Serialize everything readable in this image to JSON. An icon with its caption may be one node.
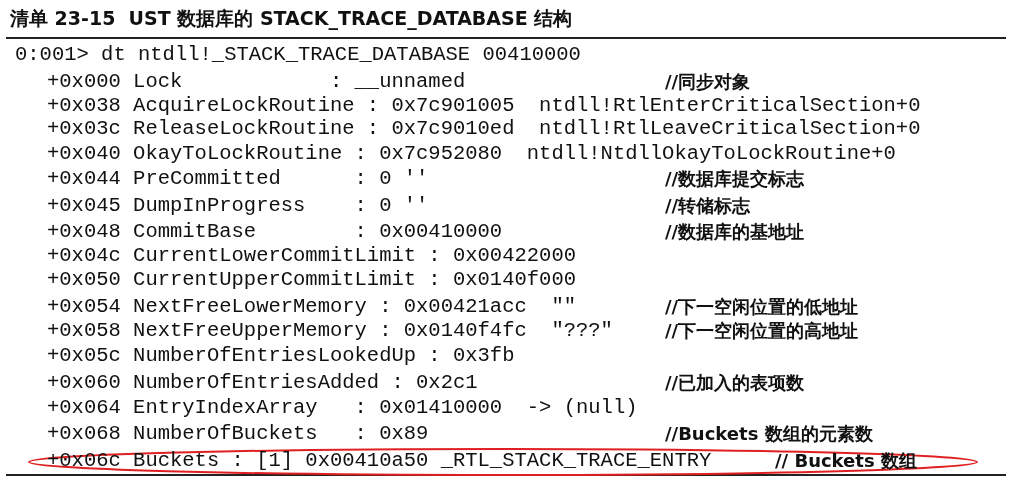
{
  "diagram": {
    "title": "清单 23-15  UST 数据库的 STACK_TRACE_DATABASE 结构",
    "nodes": [
      {
        "text": [
          "+0x06c Buckets : [1] 0x00410a50 _RTL_STACK_TRACE_ENTRY",
          "// Buckets 数组"
        ]
      }
    ],
    "labels": [
      "0:001> dt ntdll!_STACK_TRACE_DATABASE 00410000",
      "+0x000 Lock            : __unnamed",
      "//同步对象",
      "+0x038 AcquireLockRoutine : 0x7c901005  ntdll!RtlEnterCriticalSection+0",
      "+0x03c ReleaseLockRoutine : 0x7c9010ed  ntdll!RtlLeaveCriticalSection+0",
      "+0x040 OkayToLockRoutine : 0x7c952080  ntdll!NtdllOkayToLockRoutine+0",
      "+0x044 PreCommitted      : 0 ''",
      "//数据库提交标志",
      "+0x045 DumpInProgress    : 0 ''",
      "//转储标志",
      "+0x048 CommitBase        : 0x00410000",
      "//数据库的基地址",
      "+0x04c CurrentLowerCommitLimit : 0x00422000",
      "+0x050 CurrentUpperCommitLimit : 0x0140f000",
      "+0x054 NextFreeLowerMemory : 0x00421acc  \"\"",
      "//下一空闲位置的低地址",
      "+0x058 NextFreeUpperMemory : 0x0140f4fc  \"???\"",
      "//下一空闲位置的高地址",
      "+0x05c NumberOfEntriesLookedUp : 0x3fb",
      "+0x060 NumberOfEntriesAdded : 0x2c1",
      "//已加入的表项数",
      "+0x064 EntryIndexArray   : 0x01410000  -> (null)",
      "+0x068 NumberOfBuckets   : 0x89",
      "//Buckets 数组的元素数"
    ]
  }
}
